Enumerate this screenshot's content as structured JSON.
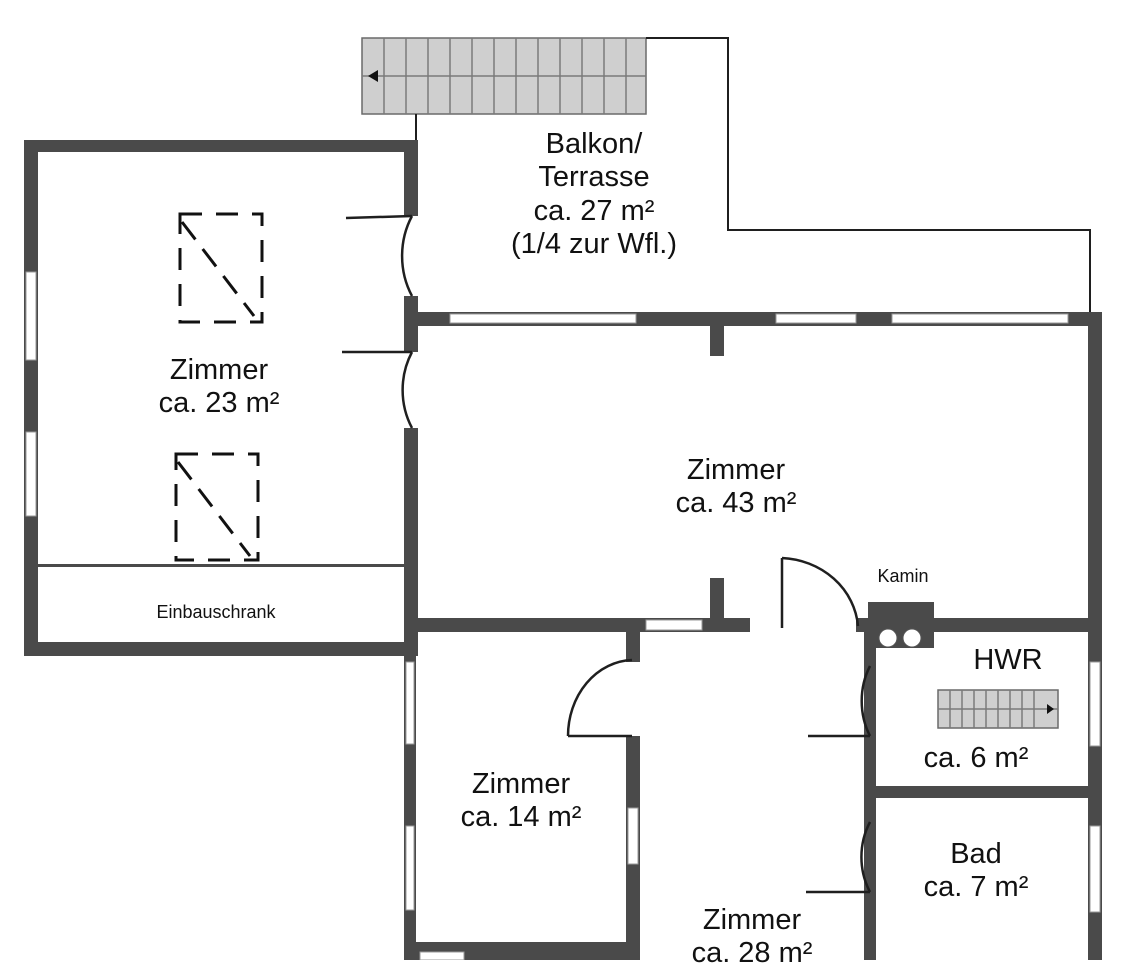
{
  "rooms": {
    "balkon": {
      "name": "Balkon/",
      "name2": "Terrasse",
      "area": "ca. 27 m²",
      "note": "(1/4 zur Wfl.)"
    },
    "zimmer23": {
      "name": "Zimmer",
      "area": "ca. 23 m²"
    },
    "zimmer43": {
      "name": "Zimmer",
      "area": "ca. 43 m²"
    },
    "zimmer14": {
      "name": "Zimmer",
      "area": "ca. 14 m²"
    },
    "zimmer28": {
      "name": "Zimmer",
      "area": "ca. 28 m²"
    },
    "hwr": {
      "name": "HWR",
      "area": "ca. 6 m²"
    },
    "bad": {
      "name": "Bad",
      "area": "ca. 7 m²"
    }
  },
  "labels": {
    "einbauschrank": "Einbauschrank",
    "kamin": "Kamin"
  },
  "colors": {
    "wall": "#4a4a4a",
    "line": "#1f1f1f",
    "stairs": "#cfcfcf",
    "background": "#ffffff"
  },
  "icons": [
    "stairs-icon",
    "skylight-icon",
    "door-swing-icon",
    "chimney-icon"
  ]
}
